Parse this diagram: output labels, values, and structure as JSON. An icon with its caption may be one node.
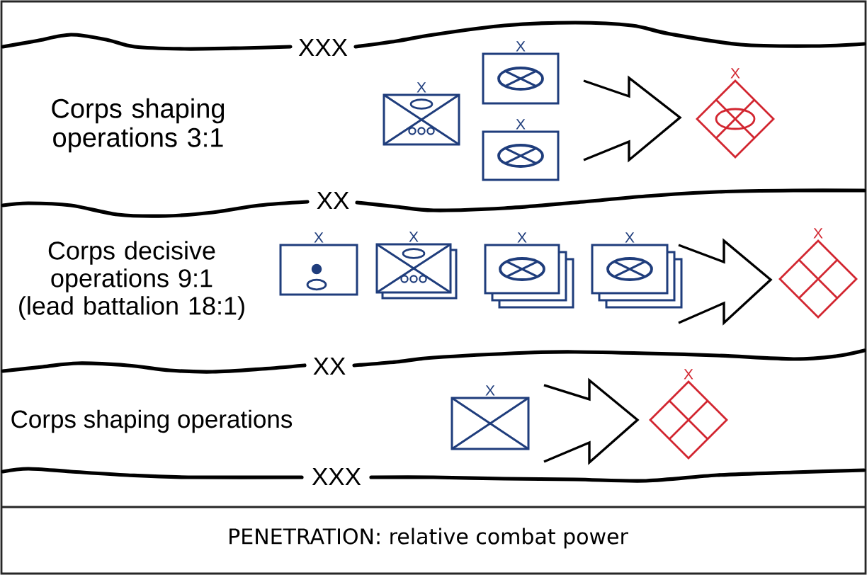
{
  "diagram": {
    "caption": "PENETRATION: relative combat power",
    "nodes": [
      {
        "text": [
          "X"
        ]
      },
      {
        "text": [
          "X"
        ]
      },
      {
        "text": [
          "X"
        ]
      },
      {
        "text": [
          "X"
        ]
      },
      {
        "text": [
          "X"
        ]
      },
      {
        "text": [
          "X"
        ]
      },
      {
        "text": [
          "X"
        ]
      },
      {
        "text": [
          "X"
        ]
      },
      {
        "text": [
          "X"
        ]
      },
      {
        "text": [
          "X"
        ]
      },
      {
        "text": [
          "X"
        ]
      }
    ],
    "labels": [
      "XXX",
      "Corps shaping operations 3:1",
      "XX",
      "Corps decisive operations 9:1 (lead battalion 18:1)",
      "XX",
      "Corps shaping operations",
      "XXX"
    ]
  }
}
